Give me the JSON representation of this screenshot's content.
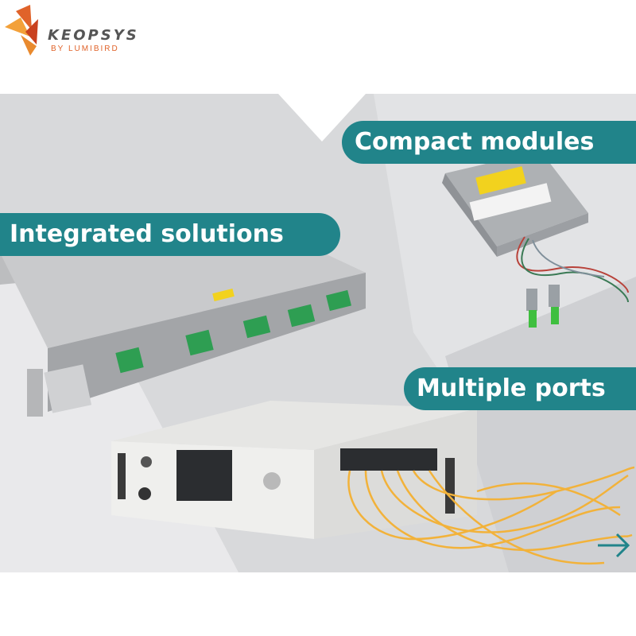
{
  "brand": {
    "name": "KEOPSYS",
    "tagline": "BY LUMIBIRD",
    "colors": {
      "orange": "#e0632a",
      "teal": "#21848a",
      "gray": "#d8d9db"
    }
  },
  "banners": {
    "compact": "Compact modules",
    "integrated": "Integrated solutions",
    "multiple": "Multiple ports"
  },
  "icons": {
    "next": "arrow-right-icon",
    "logo": "bird-logo-icon"
  }
}
